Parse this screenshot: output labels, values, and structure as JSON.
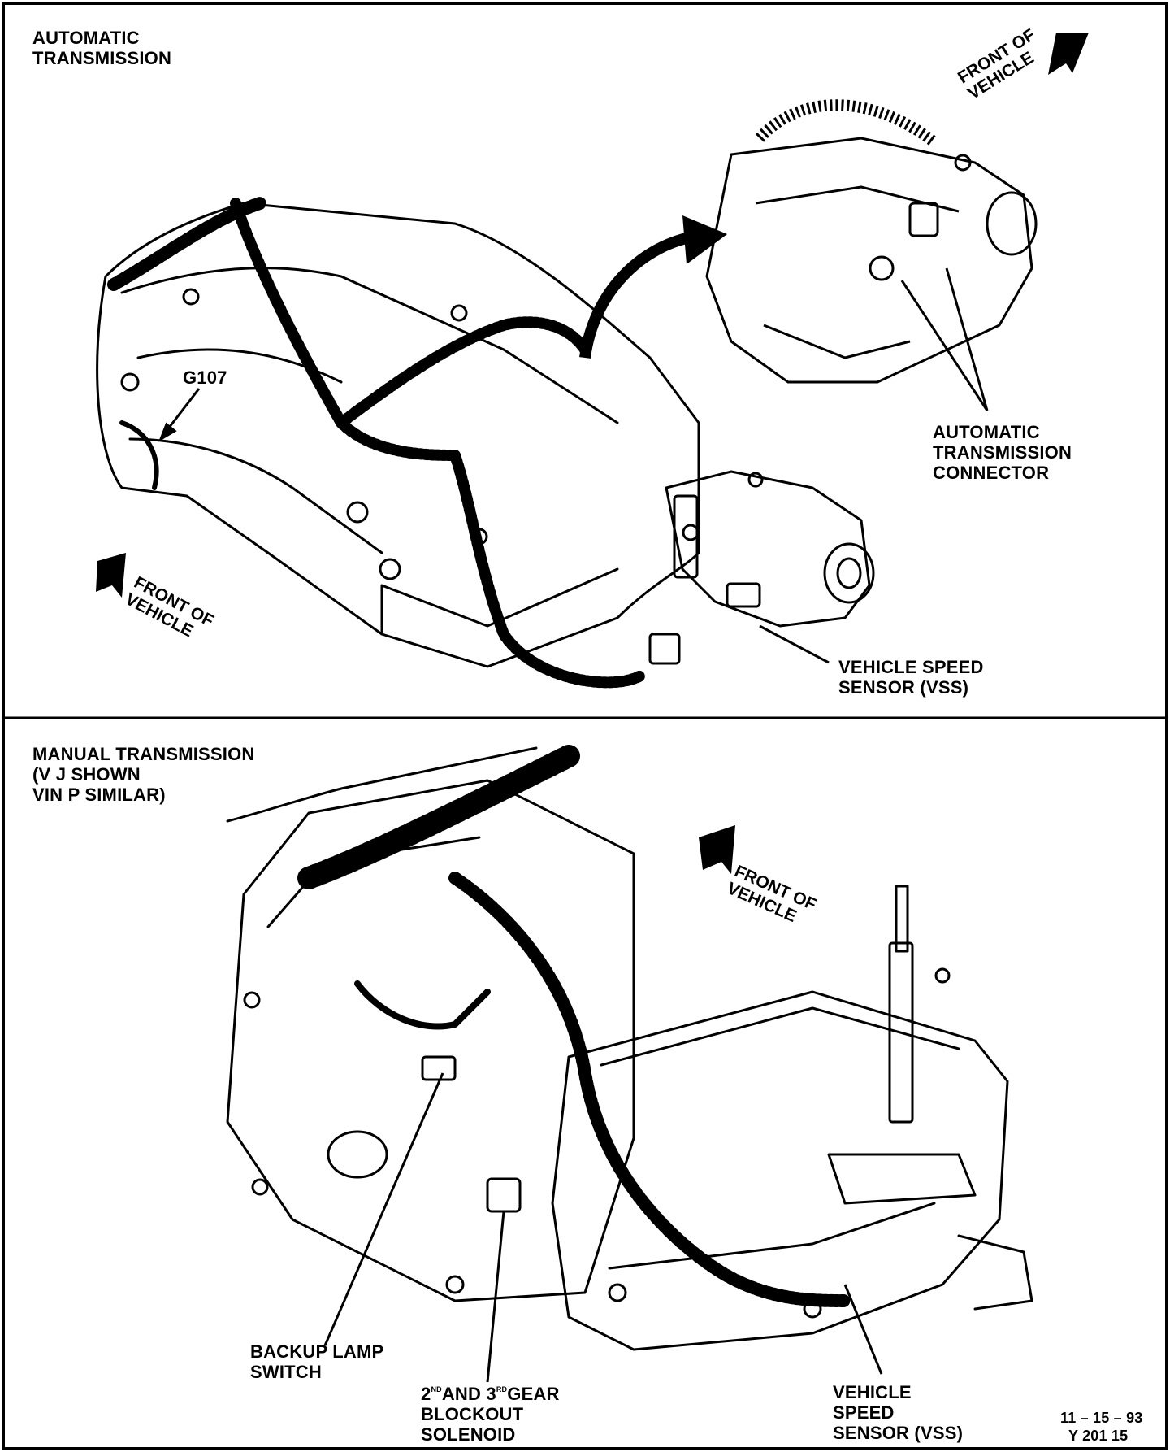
{
  "top_panel": {
    "title": "AUTOMATIC\nTRANSMISSION",
    "front_label_upper": "FRONT OF\nVEHICLE",
    "front_label_lower": "FRONT OF\nVEHICLE",
    "ground_label": "G107",
    "connector_label": "AUTOMATIC\nTRANSMISSION\nCONNECTOR",
    "vss_label": "VEHICLE SPEED\nSENSOR (VSS)"
  },
  "bottom_panel": {
    "title": "MANUAL TRANSMISSION\n(V J SHOWN\nVIN P SIMILAR)",
    "front_label": "FRONT OF\nVEHICLE",
    "backup_lamp_label": "BACKUP LAMP\nSWITCH",
    "blockout_line1_a": "2",
    "blockout_line1_sup_a": "ND",
    "blockout_line1_b": "AND 3",
    "blockout_line1_sup_b": "RD",
    "blockout_line1_c": "GEAR",
    "blockout_rest": "BLOCKOUT\nSOLENOID",
    "vss_label": "VEHICLE\nSPEED\nSENSOR (VSS)"
  },
  "footer": {
    "date": "11 – 15 – 93",
    "code": "Y 201 15"
  },
  "icons": [
    "front-arrow-icon",
    "callout-arrow-icon"
  ]
}
